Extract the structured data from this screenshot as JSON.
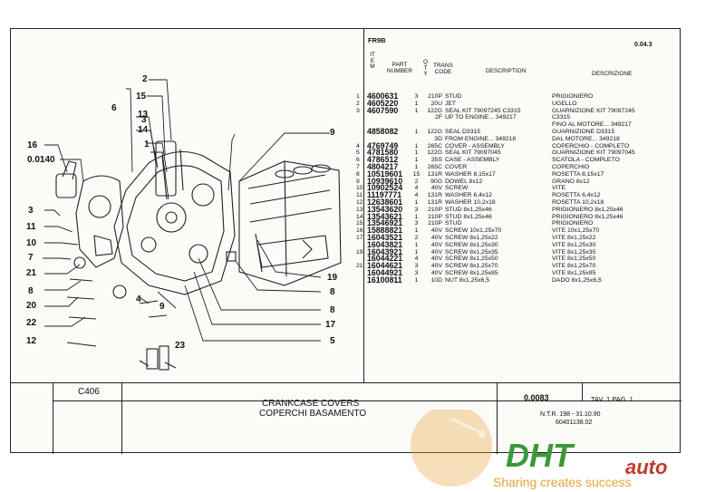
{
  "header": {
    "model": "FR9B",
    "table_ref": "0.04.3"
  },
  "columns": {
    "item": "ITEM",
    "part_number": "PART NUMBER",
    "qty": "QTY",
    "trans_code": "TRANS CODE",
    "description": "DESCRIPTION",
    "descrizione": "DESCRIZIONE"
  },
  "rows": [
    {
      "item": "1",
      "pn": "4600631",
      "qty": "3",
      "trans": "210P",
      "desc": "STUD",
      "ita": "PRIGIONIERO"
    },
    {
      "item": "2",
      "pn": "4605220",
      "qty": "1",
      "trans": "20U",
      "desc": "JET",
      "ita": "UGELLO"
    },
    {
      "item": "3",
      "pn": "4607590",
      "qty": "1",
      "trans": "122G",
      "desc": "SEAL KIT 79097245 C3315",
      "ita": "GUARNIZIONE KIT 79097245"
    },
    {
      "item": "",
      "pn": "",
      "qty": "",
      "trans": "2F",
      "desc": "UP TO ENGINE... 349217",
      "ita": "C3315"
    },
    {
      "item": "",
      "pn": "",
      "qty": "",
      "trans": "",
      "desc": "",
      "ita": "FINO AL MOTORE... 349217"
    },
    {
      "item": "",
      "pn": "4858082",
      "qty": "1",
      "trans": "122G",
      "desc": "SEAL D3315",
      "ita": "GUARNIZIONE D3315"
    },
    {
      "item": "",
      "pn": "",
      "qty": "",
      "trans": "3D",
      "desc": "FROM ENGINE... 349218",
      "ita": "DAL MOTORE... 349218"
    },
    {
      "item": "4",
      "pn": "4769749",
      "qty": "1",
      "trans": "265C",
      "desc": "COVER - ASSEMBLY",
      "ita": "COPERCHIO - COMPLETO"
    },
    {
      "item": "5",
      "pn": "4781580",
      "qty": "1",
      "trans": "122G",
      "desc": "SEAL KIT 79097045",
      "ita": "GUARNIZIONE KIT 79097045"
    },
    {
      "item": "6",
      "pn": "4786512",
      "qty": "1",
      "trans": "35S",
      "desc": "CASE - ASSEMBLY",
      "ita": "SCATOLA - COMPLETO"
    },
    {
      "item": "7",
      "pn": "4804217",
      "qty": "1",
      "trans": "265C",
      "desc": "COVER",
      "ita": "COPERCHIO"
    },
    {
      "item": "8",
      "pn": "10519601",
      "qty": "15",
      "trans": "131R",
      "desc": "WASHER 8,15x17",
      "ita": "ROSETTA 8,15x17"
    },
    {
      "item": "9",
      "pn": "10939610",
      "qty": "2",
      "trans": "90G",
      "desc": "DOWEL 8x12",
      "ita": "GRANO 8x12"
    },
    {
      "item": "10",
      "pn": "10902524",
      "qty": "4",
      "trans": "40V",
      "desc": "SCREW",
      "ita": "VITE"
    },
    {
      "item": "11",
      "pn": "11197771",
      "qty": "4",
      "trans": "131R",
      "desc": "WASHER 6,4x12",
      "ita": "ROSETTA 6,4x12"
    },
    {
      "item": "12",
      "pn": "12638601",
      "qty": "1",
      "trans": "131R",
      "desc": "WASHER 10,2x18",
      "ita": "ROSETTA 10,2x18"
    },
    {
      "item": "13",
      "pn": "13543620",
      "qty": "3",
      "trans": "210P",
      "desc": "STUD 8x1,25x46",
      "ita": "PRIGIONIERO 8x1,25x46"
    },
    {
      "item": "14",
      "pn": "13543621",
      "qty": "1",
      "trans": "210P",
      "desc": "STUD 8x1,25x46",
      "ita": "PRIGIONIERO 8x1,25x46"
    },
    {
      "item": "15",
      "pn": "13546921",
      "qty": "3",
      "trans": "210P",
      "desc": "STUD",
      "ita": "PRIGIONIERO"
    },
    {
      "item": "16",
      "pn": "15888821",
      "qty": "1",
      "trans": "40V",
      "desc": "SCREW 10x1,25x70",
      "ita": "VITE 10x1,25x70"
    },
    {
      "item": "17",
      "pn": "16043521",
      "qty": "2",
      "trans": "40V",
      "desc": "SCREW 8x1,25x22",
      "ita": "VITE 8x1,25x22"
    },
    {
      "item": "",
      "pn": "16043821",
      "qty": "1",
      "trans": "40V",
      "desc": "SCREW 8x1,25x30",
      "ita": "VITE 8x1,25x30"
    },
    {
      "item": "19",
      "pn": "16043921",
      "qty": "1",
      "trans": "40V",
      "desc": "SCREW 8x1,25x35",
      "ita": "VITE 8x1,25x35"
    },
    {
      "item": "",
      "pn": "16044221",
      "qty": "4",
      "trans": "40V",
      "desc": "SCREW 8x1,25x50",
      "ita": "VITE 8x1,25x50"
    },
    {
      "item": "21",
      "pn": "16044621",
      "qty": "3",
      "trans": "40V",
      "desc": "SCREW 8x1,25x70",
      "ita": "VITE 8x1,25x70"
    },
    {
      "item": "",
      "pn": "16044921",
      "qty": "3",
      "trans": "40V",
      "desc": "SCREW 8x1,25x85",
      "ita": "VITE 8x1,25x85"
    },
    {
      "item": "",
      "pn": "16100811",
      "qty": "1",
      "trans": "10D",
      "desc": "NUT 8x1,25x6,5",
      "ita": "DADO 8x1,25x6,5"
    }
  ],
  "diagram_labels": [
    "2",
    "6",
    "15",
    "13",
    "3",
    "14",
    "1",
    "16",
    "0.0140",
    "9",
    "3",
    "11",
    "10",
    "7",
    "21",
    "8",
    "20",
    "22",
    "12",
    "4",
    "9",
    "19",
    "8",
    "8",
    "17",
    "5",
    "23"
  ],
  "footer": {
    "code": "C406",
    "title_en": "CRANKCASE COVERS",
    "title_it": "COPERCHI BASAMENTO",
    "ref": "0.0083",
    "table_page": "TAV. 1 PAG. 1",
    "ntr": "N.T.R. 198 - 31.10.90",
    "doc_number": "60401138.02"
  },
  "watermark": {
    "brand": "DHT",
    "brand2": "auto",
    "tagline": "Sharing creates success"
  },
  "colors": {
    "watermark_green": "#3a9a3a",
    "watermark_red": "#c0392b",
    "watermark_orange": "#e8a23a"
  }
}
